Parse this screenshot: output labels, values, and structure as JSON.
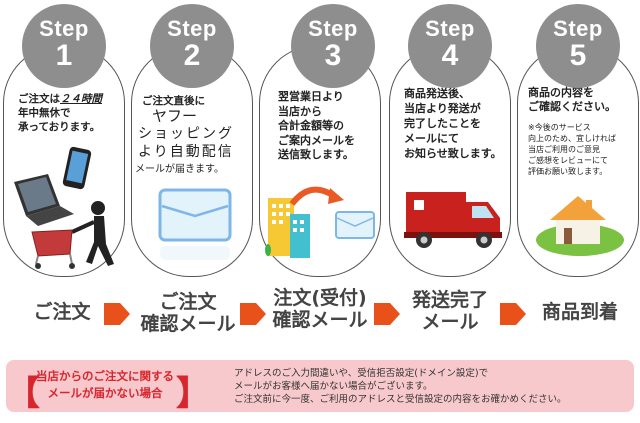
{
  "steps": [
    {
      "label": "Step",
      "number": "1",
      "text_pre": "ご注文は",
      "text_em": "２４時間",
      "text_post": "\n年中無休で\n承っております。",
      "illustration": "shopping-cart-devices"
    },
    {
      "label": "Step",
      "number": "2",
      "text": "ご注文直後に",
      "brush_lines": [
        "ヤフー",
        "ショッピング",
        "より自動配信",
        "メールが届きます。"
      ],
      "illustration": "envelope"
    },
    {
      "label": "Step",
      "number": "3",
      "text": "翌営業日より\n当店から\n合計金額等の\nご案内メールを\n送信致します。",
      "illustration": "building-to-envelope"
    },
    {
      "label": "Step",
      "number": "4",
      "text": "商品発送後、\n当店より発送が\n完了したことを\nメールにて\nお知らせ致します。",
      "illustration": "delivery-truck"
    },
    {
      "label": "Step",
      "number": "5",
      "text": "商品の内容を\nご確認ください。",
      "note": "※今後のサービス\n向上のため、宜しければ\n当店ご利用のご意見\nご感想をレビューにて\n評価お願い致します。",
      "illustration": "house"
    }
  ],
  "flow": {
    "labels": [
      "ご注文",
      "ご注文\n確認メール",
      "注文(受付)\n確認メール",
      "発送完了\nメール",
      "商品到着"
    ],
    "arrow_color": "#e8521a"
  },
  "notice": {
    "bracket_open": "【",
    "bracket_close": "】",
    "title": "当店からのご注文に関する\nメールが届かない場合",
    "body": "アドレスのご入力間違いや、受信拒否設定(ドメイン設定)で\nメールがお客様へ届かない場合がございます。\nご注文前に今一度、ご利用のアドレスと受信設定の内容をお確かめください。",
    "bg_color": "#f7c9cc",
    "title_color": "#d8262f"
  },
  "colors": {
    "step_badge": "#8e8e8e",
    "card_border": "#555555"
  }
}
